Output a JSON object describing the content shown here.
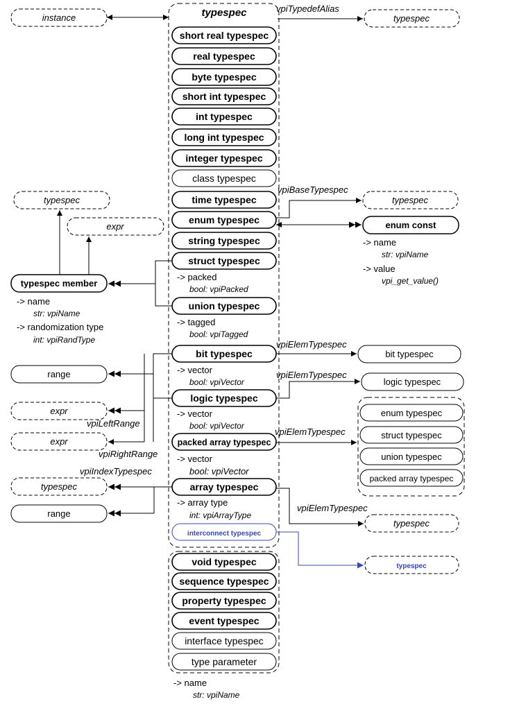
{
  "colors": {
    "line": "#000000",
    "interconnect": "#3a45b5",
    "background": "#ffffff"
  },
  "header": {
    "title": "typespec"
  },
  "column_types": [
    "short real typespec",
    "real typespec",
    "byte typespec",
    "short int typespec",
    "int typespec",
    "long int typespec",
    "integer typespec",
    "class typespec",
    "time typespec",
    "enum typespec",
    "string typespec",
    "struct typespec",
    "union typespec",
    "bit typespec",
    "logic typespec",
    "packed array typespec",
    "array typespec",
    "interconnect typespec",
    "void typespec",
    "sequence typespec",
    "property typespec",
    "event typespec",
    "interface typespec",
    "type parameter"
  ],
  "struct_props": {
    "line1": "-> packed",
    "line2": "bool: vpiPacked"
  },
  "union_props": {
    "line1": "-> tagged",
    "line2": "bool: vpiTagged"
  },
  "bit_props": {
    "line1": "-> vector",
    "line2": "bool: vpiVector"
  },
  "logic_props": {
    "line1": "-> vector",
    "line2": "bool: vpiVector"
  },
  "packed_props": {
    "line1": "-> vector",
    "line2": "bool: vpiVector"
  },
  "array_props": {
    "line1": "-> array type",
    "line2": "int: vpiArrayType"
  },
  "bottom_props": {
    "line1": "-> name",
    "line2": "str: vpiName"
  },
  "left": {
    "instance": "instance",
    "typespec_top": "typespec",
    "expr_top": "expr",
    "member": "typespec member",
    "member_name": "-> name",
    "member_name_type": "str: vpiName",
    "member_rand": "-> randomization type",
    "member_rand_type": "int: vpiRandType",
    "range1": "range",
    "expr_left": "expr",
    "left_range": "vpiLeftRange",
    "expr_right": "expr",
    "right_range": "vpiRightRange",
    "index_label": "vpiIndexTypespec",
    "typespec_index": "typespec",
    "range2": "range"
  },
  "right": {
    "typedef_alias": "vpiTypedefAlias",
    "typespec_alias": "typespec",
    "base_label": "vpiBaseTypespec",
    "typespec_base": "typespec",
    "enum_const": "enum const",
    "ec_name": "-> name",
    "ec_name_type": "str: vpiName",
    "ec_value": "-> value",
    "ec_value_type": "vpi_get_value()",
    "elem_label_bit": "vpiElemTypespec",
    "bit_target": "bit typespec",
    "elem_label_logic": "vpiElemTypespec",
    "logic_target": "logic typespec",
    "elem_label_packed": "vpiElemTypespec",
    "packed_targets": [
      "enum typespec",
      "struct typespec",
      "union typespec",
      "packed array typespec"
    ],
    "elem_label_array": "vpiElemTypespec",
    "typespec_array": "typespec",
    "typespec_interconnect": "typespec"
  }
}
